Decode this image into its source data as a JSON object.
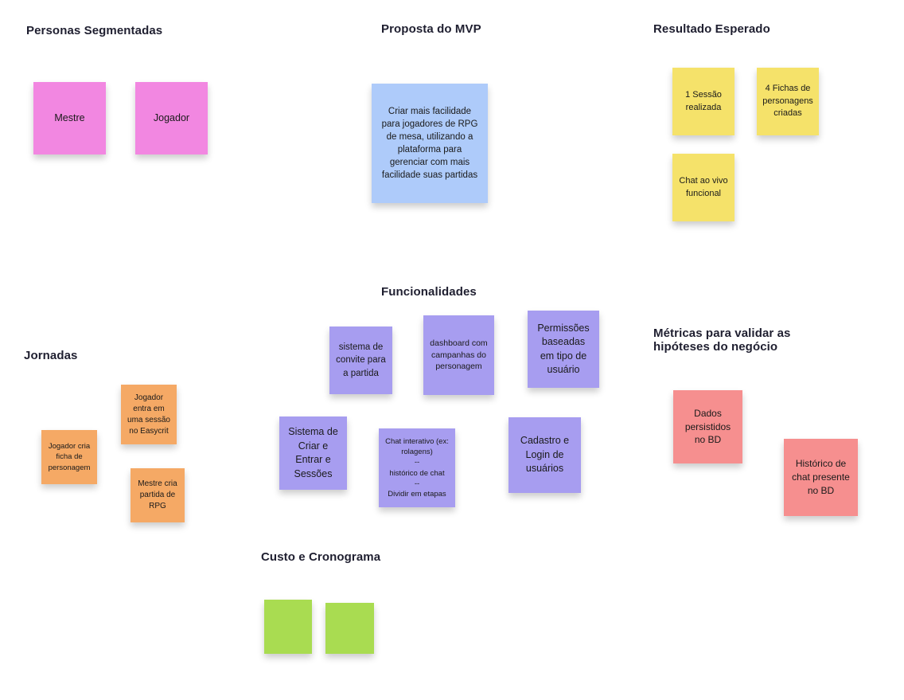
{
  "sections": {
    "personas": {
      "title": "Personas Segmentadas",
      "notes": [
        {
          "text": "Mestre"
        },
        {
          "text": "Jogador"
        }
      ]
    },
    "proposta": {
      "title": "Proposta do MVP",
      "notes": [
        {
          "text": "Criar mais facilidade para jogadores de RPG de mesa, utilizando a plataforma para gerenciar com mais facilidade suas partidas"
        }
      ]
    },
    "resultado": {
      "title": "Resultado Esperado",
      "notes": [
        {
          "text": "1 Sessão realizada"
        },
        {
          "text": "4 Fichas de personagens criadas"
        },
        {
          "text": "Chat ao vivo funcional"
        }
      ]
    },
    "funcionalidades": {
      "title": "Funcionalidades",
      "notes": [
        {
          "text": "sistema de convite para a partida"
        },
        {
          "text": "dashboard com campanhas do personagem"
        },
        {
          "text": "Permissões baseadas em tipo de usuário"
        },
        {
          "text": "Sistema de Criar e Entrar e Sessões"
        },
        {
          "text": "Chat interativo (ex: rolagens)\n--\nhistórico de chat\n--\nDividir em etapas"
        },
        {
          "text": "Cadastro e Login de usuários"
        }
      ]
    },
    "jornadas": {
      "title": "Jornadas",
      "notes": [
        {
          "text": "Jogador entra em uma sessão no Easycrit"
        },
        {
          "text": "Jogador cria ficha de personagem"
        },
        {
          "text": "Mestre cria partida de RPG"
        }
      ]
    },
    "metricas": {
      "title": "Métricas para validar as hipóteses do negócio",
      "notes": [
        {
          "text": "Dados persistidos no BD"
        },
        {
          "text": "Histórico de chat presente no BD"
        }
      ]
    },
    "custo": {
      "title": "Custo e Cronograma",
      "notes": [
        {
          "text": ""
        },
        {
          "text": ""
        }
      ]
    }
  },
  "colors": {
    "pink": "#f287e1",
    "blue": "#aecbfa",
    "yellow": "#f5e26a",
    "purple": "#a79df0",
    "orange": "#f5a965",
    "salmon": "#f68f8f",
    "green": "#a9dc51",
    "heading_text": "#1f1f30",
    "note_text": "#1a1a1a",
    "canvas_background": "#ffffff"
  }
}
